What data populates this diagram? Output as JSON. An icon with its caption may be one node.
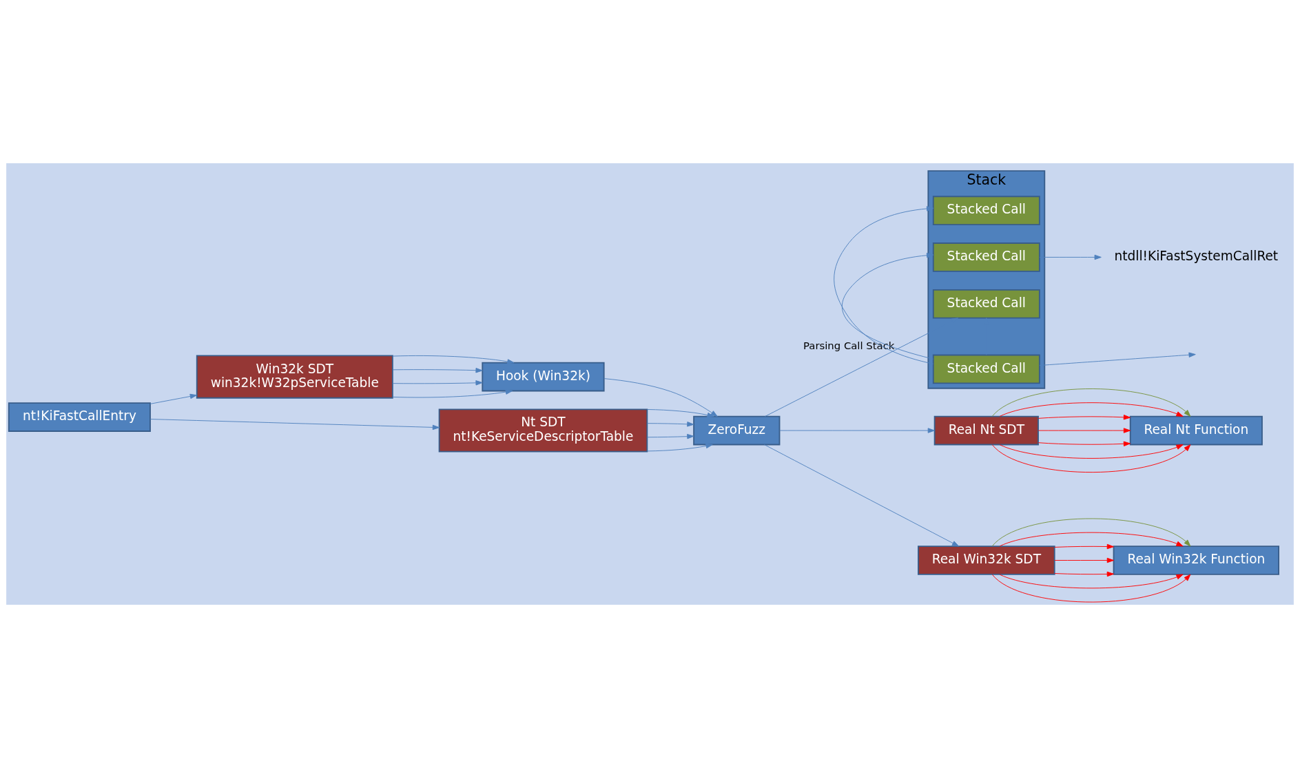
{
  "diagram": {
    "nodes": [
      {
        "text": [
          "nt!KiFastCallEntry"
        ]
      },
      {
        "text": [
          "Win32k SDT",
          "win32k!W32pServiceTable"
        ]
      },
      {
        "text": [
          "Hook (Win32k)"
        ]
      },
      {
        "text": [
          "Nt SDT",
          "nt!KeServiceDescriptorTable"
        ]
      },
      {
        "text": [
          "ZeroFuzz"
        ]
      },
      {
        "text": [
          "Stack"
        ]
      },
      {
        "text": [
          "Stacked Call"
        ],
        "in": 5
      },
      {
        "text": [
          "Stacked Call"
        ],
        "in": 5
      },
      {
        "text": [
          "Stacked Call"
        ],
        "in": 5
      },
      {
        "text": [
          "Stacked Call"
        ],
        "in": 5
      },
      {
        "text": [
          "Real Nt SDT"
        ]
      },
      {
        "text": [
          "Real Win32k SDT"
        ]
      },
      {
        "text": [
          "Real Nt Function"
        ]
      },
      {
        "text": [
          "Real Win32k Function"
        ]
      },
      {
        "text": [
          "ntdll!KiFastSystemCallRet"
        ]
      }
    ],
    "edges": [
      {
        "from": 0,
        "to": 1,
        "arrow": "to"
      },
      {
        "from": 0,
        "to": 3,
        "arrow": "to"
      },
      {
        "from": 1,
        "to": 2,
        "arrow": "to"
      },
      {
        "from": 1,
        "to": 2,
        "arrow": "to"
      },
      {
        "from": 1,
        "to": 2,
        "arrow": "to"
      },
      {
        "from": 1,
        "to": 2,
        "arrow": "to"
      },
      {
        "from": 3,
        "to": 4,
        "arrow": "to"
      },
      {
        "from": 3,
        "to": 4,
        "arrow": "to"
      },
      {
        "from": 3,
        "to": 4,
        "arrow": "to"
      },
      {
        "from": 3,
        "to": 4,
        "arrow": "to"
      },
      {
        "from": 2,
        "to": 4,
        "arrow": "to"
      },
      {
        "from": 4,
        "to": 10,
        "arrow": "to"
      },
      {
        "from": 4,
        "to": 11,
        "arrow": "to"
      },
      {
        "from": 4,
        "to": 9,
        "arrow": "to",
        "label": "Parsing Call Stack"
      },
      {
        "from": 8,
        "to": 14,
        "arrow": "to"
      },
      {
        "from": 6,
        "to": 7,
        "arrow": "to"
      },
      {
        "from": 6,
        "to": 8,
        "arrow": "to"
      },
      {
        "from": 6,
        "to": 9,
        "arrow": "to"
      },
      {
        "from": 6,
        "to": null,
        "arrow": "to"
      },
      {
        "from": 10,
        "to": 12,
        "arrow": "to",
        "color": "#ff0000"
      },
      {
        "from": 10,
        "to": 12,
        "arrow": "to",
        "color": "#ff0000"
      },
      {
        "from": 10,
        "to": 12,
        "arrow": "to",
        "color": "#ff0000"
      },
      {
        "from": 10,
        "to": 12,
        "arrow": "to",
        "color": "#ff0000"
      },
      {
        "from": 10,
        "to": 12,
        "arrow": "to",
        "color": "#ff0000"
      },
      {
        "from": 10,
        "to": 12,
        "arrow": "to",
        "color": "#ff0000"
      },
      {
        "from": 10,
        "to": 12,
        "arrow": "to",
        "color": "#77933c"
      },
      {
        "from": 11,
        "to": 13,
        "arrow": "to",
        "color": "#ff0000"
      },
      {
        "from": 11,
        "to": 13,
        "arrow": "to",
        "color": "#ff0000"
      },
      {
        "from": 11,
        "to": 13,
        "arrow": "to",
        "color": "#ff0000"
      },
      {
        "from": 11,
        "to": 13,
        "arrow": "to",
        "color": "#ff0000"
      },
      {
        "from": 11,
        "to": 13,
        "arrow": "to",
        "color": "#ff0000"
      },
      {
        "from": 11,
        "to": 13,
        "arrow": "to",
        "color": "#ff0000"
      },
      {
        "from": 11,
        "to": 13,
        "arrow": "to",
        "color": "#77933c"
      }
    ]
  }
}
